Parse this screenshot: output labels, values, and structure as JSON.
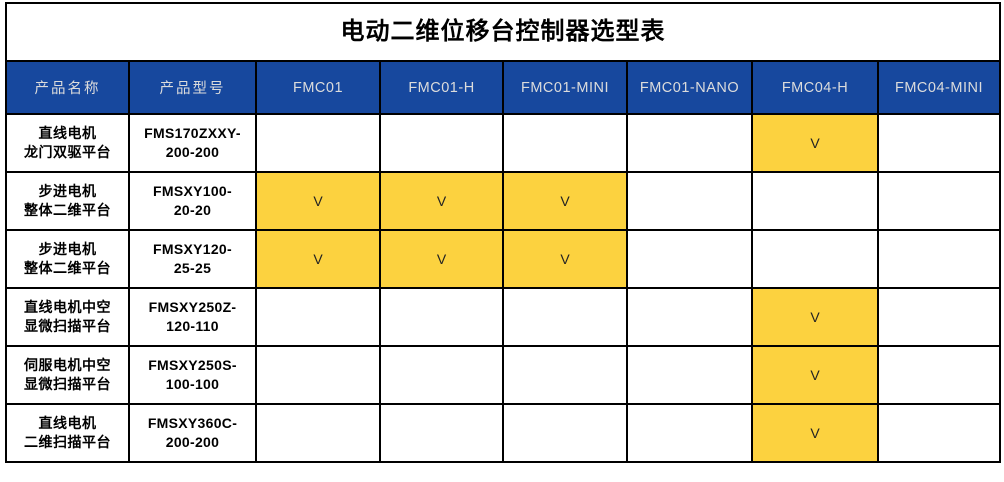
{
  "document": {
    "title": "电动二维位移台控制器选型表"
  },
  "table": {
    "columns": [
      {
        "key": "name",
        "label": "产品名称"
      },
      {
        "key": "model",
        "label": "产品型号"
      },
      {
        "key": "c1",
        "label": "FMC01"
      },
      {
        "key": "c2",
        "label": "FMC01-H"
      },
      {
        "key": "c3",
        "label": "FMC01-MINI"
      },
      {
        "key": "c4",
        "label": "FMC01-NANO"
      },
      {
        "key": "c5",
        "label": "FMC04-H"
      },
      {
        "key": "c6",
        "label": "FMC04-MINI"
      }
    ],
    "mark": "V",
    "rows": [
      {
        "name_line1": "直线电机",
        "name_line2": "龙门双驱平台",
        "model_line1": "FMS170ZXXY-",
        "model_line2": "200-200",
        "marks": [
          "",
          "",
          "",
          "",
          "V",
          ""
        ]
      },
      {
        "name_line1": "步进电机",
        "name_line2": "整体二维平台",
        "model_line1": "FMSXY100-",
        "model_line2": "20-20",
        "marks": [
          "V",
          "V",
          "V",
          "",
          "",
          ""
        ]
      },
      {
        "name_line1": "步进电机",
        "name_line2": "整体二维平台",
        "model_line1": "FMSXY120-",
        "model_line2": "25-25",
        "marks": [
          "V",
          "V",
          "V",
          "",
          "",
          ""
        ]
      },
      {
        "name_line1": "直线电机中空",
        "name_line2": "显微扫描平台",
        "model_line1": "FMSXY250Z-",
        "model_line2": "120-110",
        "marks": [
          "",
          "",
          "",
          "",
          "V",
          ""
        ]
      },
      {
        "name_line1": "伺服电机中空",
        "name_line2": "显微扫描平台",
        "model_line1": "FMSXY250S-",
        "model_line2": "100-100",
        "marks": [
          "",
          "",
          "",
          "",
          "V",
          ""
        ]
      },
      {
        "name_line1": "直线电机",
        "name_line2": "二维扫描平台",
        "model_line1": "FMSXY360C-",
        "model_line2": "200-200",
        "marks": [
          "",
          "",
          "",
          "",
          "V",
          ""
        ]
      }
    ]
  },
  "colors": {
    "header_blue": "#17489E",
    "highlight_yellow": "#FCD23F",
    "border": "#000000",
    "header_text": "#DCDCDC",
    "body_text": "#000000",
    "page_background": "#FFFFFF"
  }
}
